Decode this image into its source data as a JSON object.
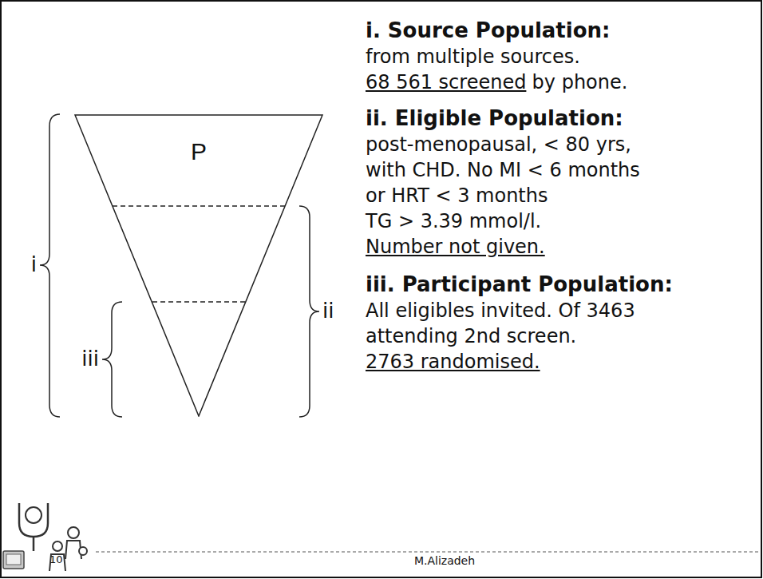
{
  "diagram": {
    "nodes": [
      {
        "text": [
          "P"
        ]
      }
    ],
    "labels": [
      "i",
      "ii",
      "iii",
      "i. Source Population:",
      "from multiple sources.",
      "68 561 screened",
      "by phone.",
      "ii. Eligible Population:",
      "post-menopausal, < 80 yrs,",
      "with CHD. No MI < 6 months",
      "or HRT < 3 months",
      "TG > 3.39 mmol/l.",
      "Number not given.",
      "iii. Participant Population:",
      "All eligibles invited. Of 3463",
      "attending 2nd screen.",
      "2763 randomised.",
      "10",
      "M.Alizadeh"
    ]
  }
}
